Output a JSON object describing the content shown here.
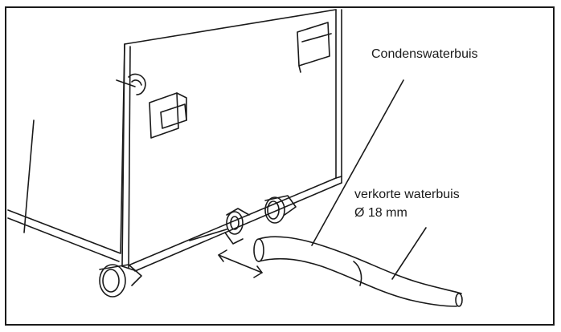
{
  "labels": {
    "condensate_hose": "Condenswaterbuis",
    "short_hose_line1": "verkorte waterbuis",
    "short_hose_line2": "Ø 18 mm"
  },
  "colors": {
    "line": "#1a1a1a",
    "background": "#ffffff"
  }
}
